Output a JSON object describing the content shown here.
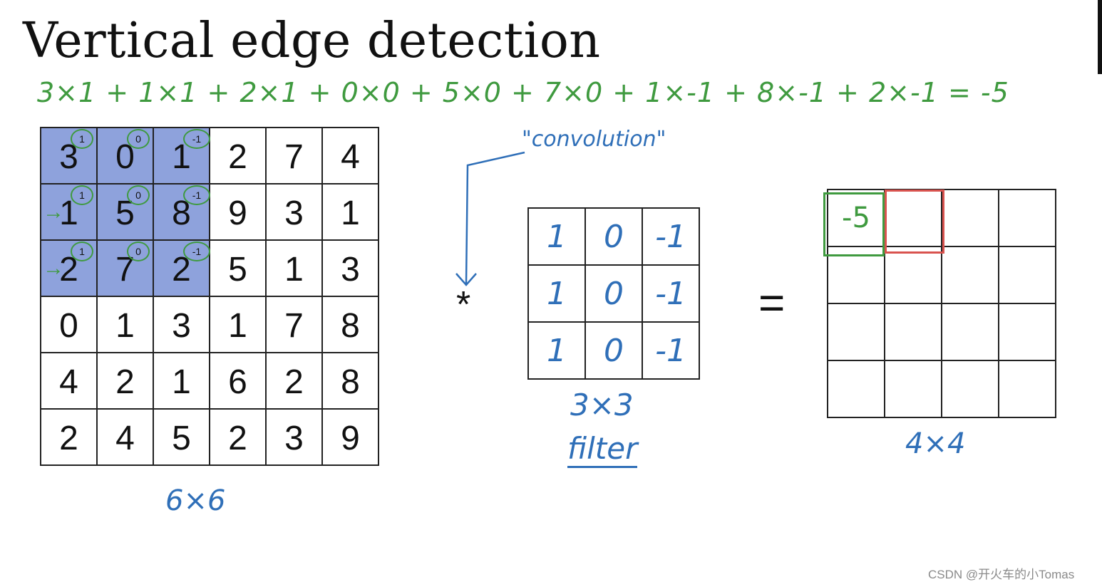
{
  "title": "Vertical edge detection",
  "equation": "3×1 + 1×1 + 2×1 + 0×0 + 5×0 + 7×0 + 1×-1 + 8×-1 + 2×-1 = -5",
  "convolution_label": "\"convolution\"",
  "operators": {
    "convolve": "*",
    "equals": "="
  },
  "input": {
    "size_label": "6×6",
    "rows": [
      [
        "3",
        "0",
        "1",
        "2",
        "7",
        "4"
      ],
      [
        "1",
        "5",
        "8",
        "9",
        "3",
        "1"
      ],
      [
        "2",
        "7",
        "2",
        "5",
        "1",
        "3"
      ],
      [
        "0",
        "1",
        "3",
        "1",
        "7",
        "8"
      ],
      [
        "4",
        "2",
        "1",
        "6",
        "2",
        "8"
      ],
      [
        "2",
        "4",
        "5",
        "2",
        "3",
        "9"
      ]
    ],
    "highlight_weights": [
      [
        "1",
        "0",
        "-1"
      ],
      [
        "1",
        "0",
        "-1"
      ],
      [
        "1",
        "0",
        "-1"
      ]
    ]
  },
  "filter": {
    "size_label": "3×3",
    "name_label": "filter",
    "rows": [
      [
        "1",
        "0",
        "-1"
      ],
      [
        "1",
        "0",
        "-1"
      ],
      [
        "1",
        "0",
        "-1"
      ]
    ]
  },
  "output": {
    "size_label": "4×4",
    "rows": [
      [
        "-5",
        "",
        "",
        ""
      ],
      [
        "",
        "",
        "",
        ""
      ],
      [
        "",
        "",
        "",
        ""
      ],
      [
        "",
        "",
        "",
        ""
      ]
    ]
  },
  "colors": {
    "highlight": "#8ea2dc",
    "annotation_green": "#3f9a3f",
    "annotation_blue": "#2f6fb8",
    "next_cell_red": "#d9534f"
  },
  "watermark": "CSDN @开火车的小Tomas"
}
